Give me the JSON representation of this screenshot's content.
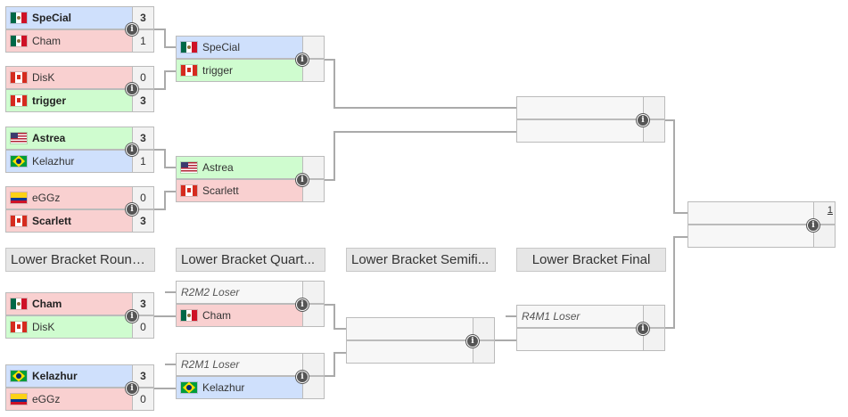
{
  "headers": {
    "r1": "Lower Bracket Round...",
    "r2": "Lower Bracket Quart...",
    "r3": "Lower Bracket Semifi...",
    "r4": "Lower Bracket Final"
  },
  "upper": {
    "m1": {
      "top": {
        "name": "SpeCial",
        "score": "3",
        "flag": "mx"
      },
      "bot": {
        "name": "Cham",
        "score": "1",
        "flag": "mx"
      }
    },
    "m2": {
      "top": {
        "name": "DisK",
        "score": "0",
        "flag": "ca"
      },
      "bot": {
        "name": "trigger",
        "score": "3",
        "flag": "ca"
      }
    },
    "m3": {
      "top": {
        "name": "Astrea",
        "score": "3",
        "flag": "us"
      },
      "bot": {
        "name": "Kelazhur",
        "score": "1",
        "flag": "br"
      }
    },
    "m4": {
      "top": {
        "name": "eGGz",
        "score": "0",
        "flag": "co"
      },
      "bot": {
        "name": "Scarlett",
        "score": "3",
        "flag": "ca"
      }
    },
    "m5": {
      "top": {
        "name": "SpeCial",
        "flag": "mx"
      },
      "bot": {
        "name": "trigger",
        "flag": "ca"
      }
    },
    "m6": {
      "top": {
        "name": "Astrea",
        "flag": "us"
      },
      "bot": {
        "name": "Scarlett",
        "flag": "ca"
      }
    },
    "final_game_count": "1"
  },
  "lower": {
    "m1": {
      "top": {
        "name": "Cham",
        "score": "3",
        "flag": "mx"
      },
      "bot": {
        "name": "DisK",
        "score": "0",
        "flag": "ca"
      }
    },
    "m2": {
      "top": {
        "name": "Kelazhur",
        "score": "3",
        "flag": "br"
      },
      "bot": {
        "name": "eGGz",
        "score": "0",
        "flag": "co"
      }
    },
    "m3": {
      "top": {
        "name": "R2M2 Loser"
      },
      "bot": {
        "name": "Cham",
        "flag": "mx"
      }
    },
    "m4": {
      "top": {
        "name": "R2M1 Loser"
      },
      "bot": {
        "name": "Kelazhur",
        "flag": "br"
      }
    },
    "m6": {
      "top": {
        "name": "R4M1 Loser"
      }
    }
  },
  "icons": {
    "info": "i",
    "match_info_icon_name": "info-icon"
  }
}
